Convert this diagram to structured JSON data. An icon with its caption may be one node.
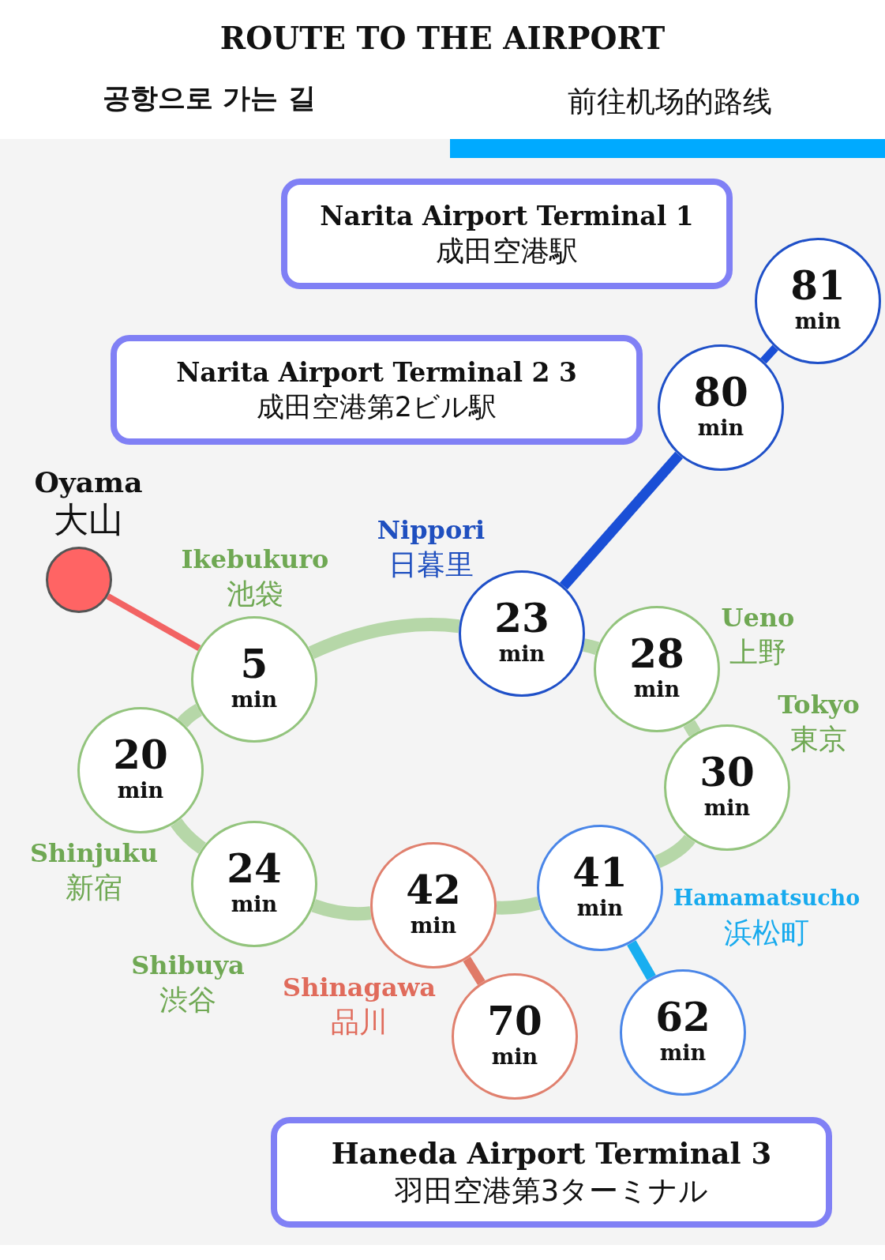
{
  "diagram": {
    "title": "ROUTE TO THE AIRPORT",
    "nodes": [
      {
        "text": [
          "Narita Airport Terminal 1",
          "成田空港駅"
        ]
      },
      {
        "text": [
          "81",
          "min"
        ]
      },
      {
        "text": [
          "Narita Airport Terminal 2 3",
          "成田空港第2ビル駅"
        ]
      },
      {
        "text": [
          "80",
          "min"
        ]
      },
      {
        "text": [],
        "shape": "circle",
        "beside": [
          "Oyama",
          "大山"
        ]
      },
      {
        "text": [
          "23",
          "min"
        ],
        "beside": [
          "Nippori",
          "日暮里"
        ]
      },
      {
        "text": [
          "5",
          "min"
        ],
        "beside": [
          "Ikebukuro",
          "池袋"
        ]
      },
      {
        "text": [
          "28",
          "min"
        ],
        "beside": [
          "Ueno",
          "上野"
        ]
      },
      {
        "text": [
          "20",
          "min"
        ],
        "beside": [
          "Shinjuku",
          "新宿"
        ]
      },
      {
        "text": [
          "30",
          "min"
        ],
        "beside": [
          "Tokyo",
          "東京"
        ]
      },
      {
        "text": [
          "24",
          "min"
        ],
        "beside": [
          "Shibuya",
          "渋谷"
        ]
      },
      {
        "text": [
          "42",
          "min"
        ],
        "beside": [
          "Shinagawa",
          "品川"
        ]
      },
      {
        "text": [
          "41",
          "min"
        ],
        "beside": [
          "Hamamatsucho",
          "浜松町"
        ]
      },
      {
        "text": [
          "70",
          "min"
        ]
      },
      {
        "text": [
          "62",
          "min"
        ]
      },
      {
        "text": [
          "Haneda Airport Terminal 3",
          "羽田空港第3ターミナル"
        ]
      }
    ],
    "edges": [
      {
        "from": 4,
        "to": 6,
        "arrow": "none",
        "color": "#f26363"
      },
      {
        "from": 6,
        "to": 5,
        "arrow": "none"
      },
      {
        "from": 5,
        "to": 7,
        "arrow": "none"
      },
      {
        "from": 7,
        "to": 9,
        "arrow": "none"
      },
      {
        "from": 9,
        "to": 12,
        "arrow": "none"
      },
      {
        "from": 12,
        "to": 11,
        "arrow": "none"
      },
      {
        "from": 11,
        "to": 10,
        "arrow": "none"
      },
      {
        "from": 10,
        "to": 8,
        "arrow": "none"
      },
      {
        "from": 8,
        "to": 6,
        "arrow": "none"
      },
      {
        "from": 5,
        "to": 3,
        "arrow": "none",
        "color": "#1a4fd6"
      },
      {
        "from": 3,
        "to": 1,
        "arrow": "none",
        "color": "#1a4fd6"
      },
      {
        "from": 11,
        "to": 13,
        "arrow": "none",
        "color": "#e07a68"
      },
      {
        "from": 12,
        "to": 14,
        "arrow": "none",
        "color": "#19aef0"
      }
    ],
    "labels": [
      "공항으로 가는 길",
      "前往机场的路线"
    ]
  }
}
